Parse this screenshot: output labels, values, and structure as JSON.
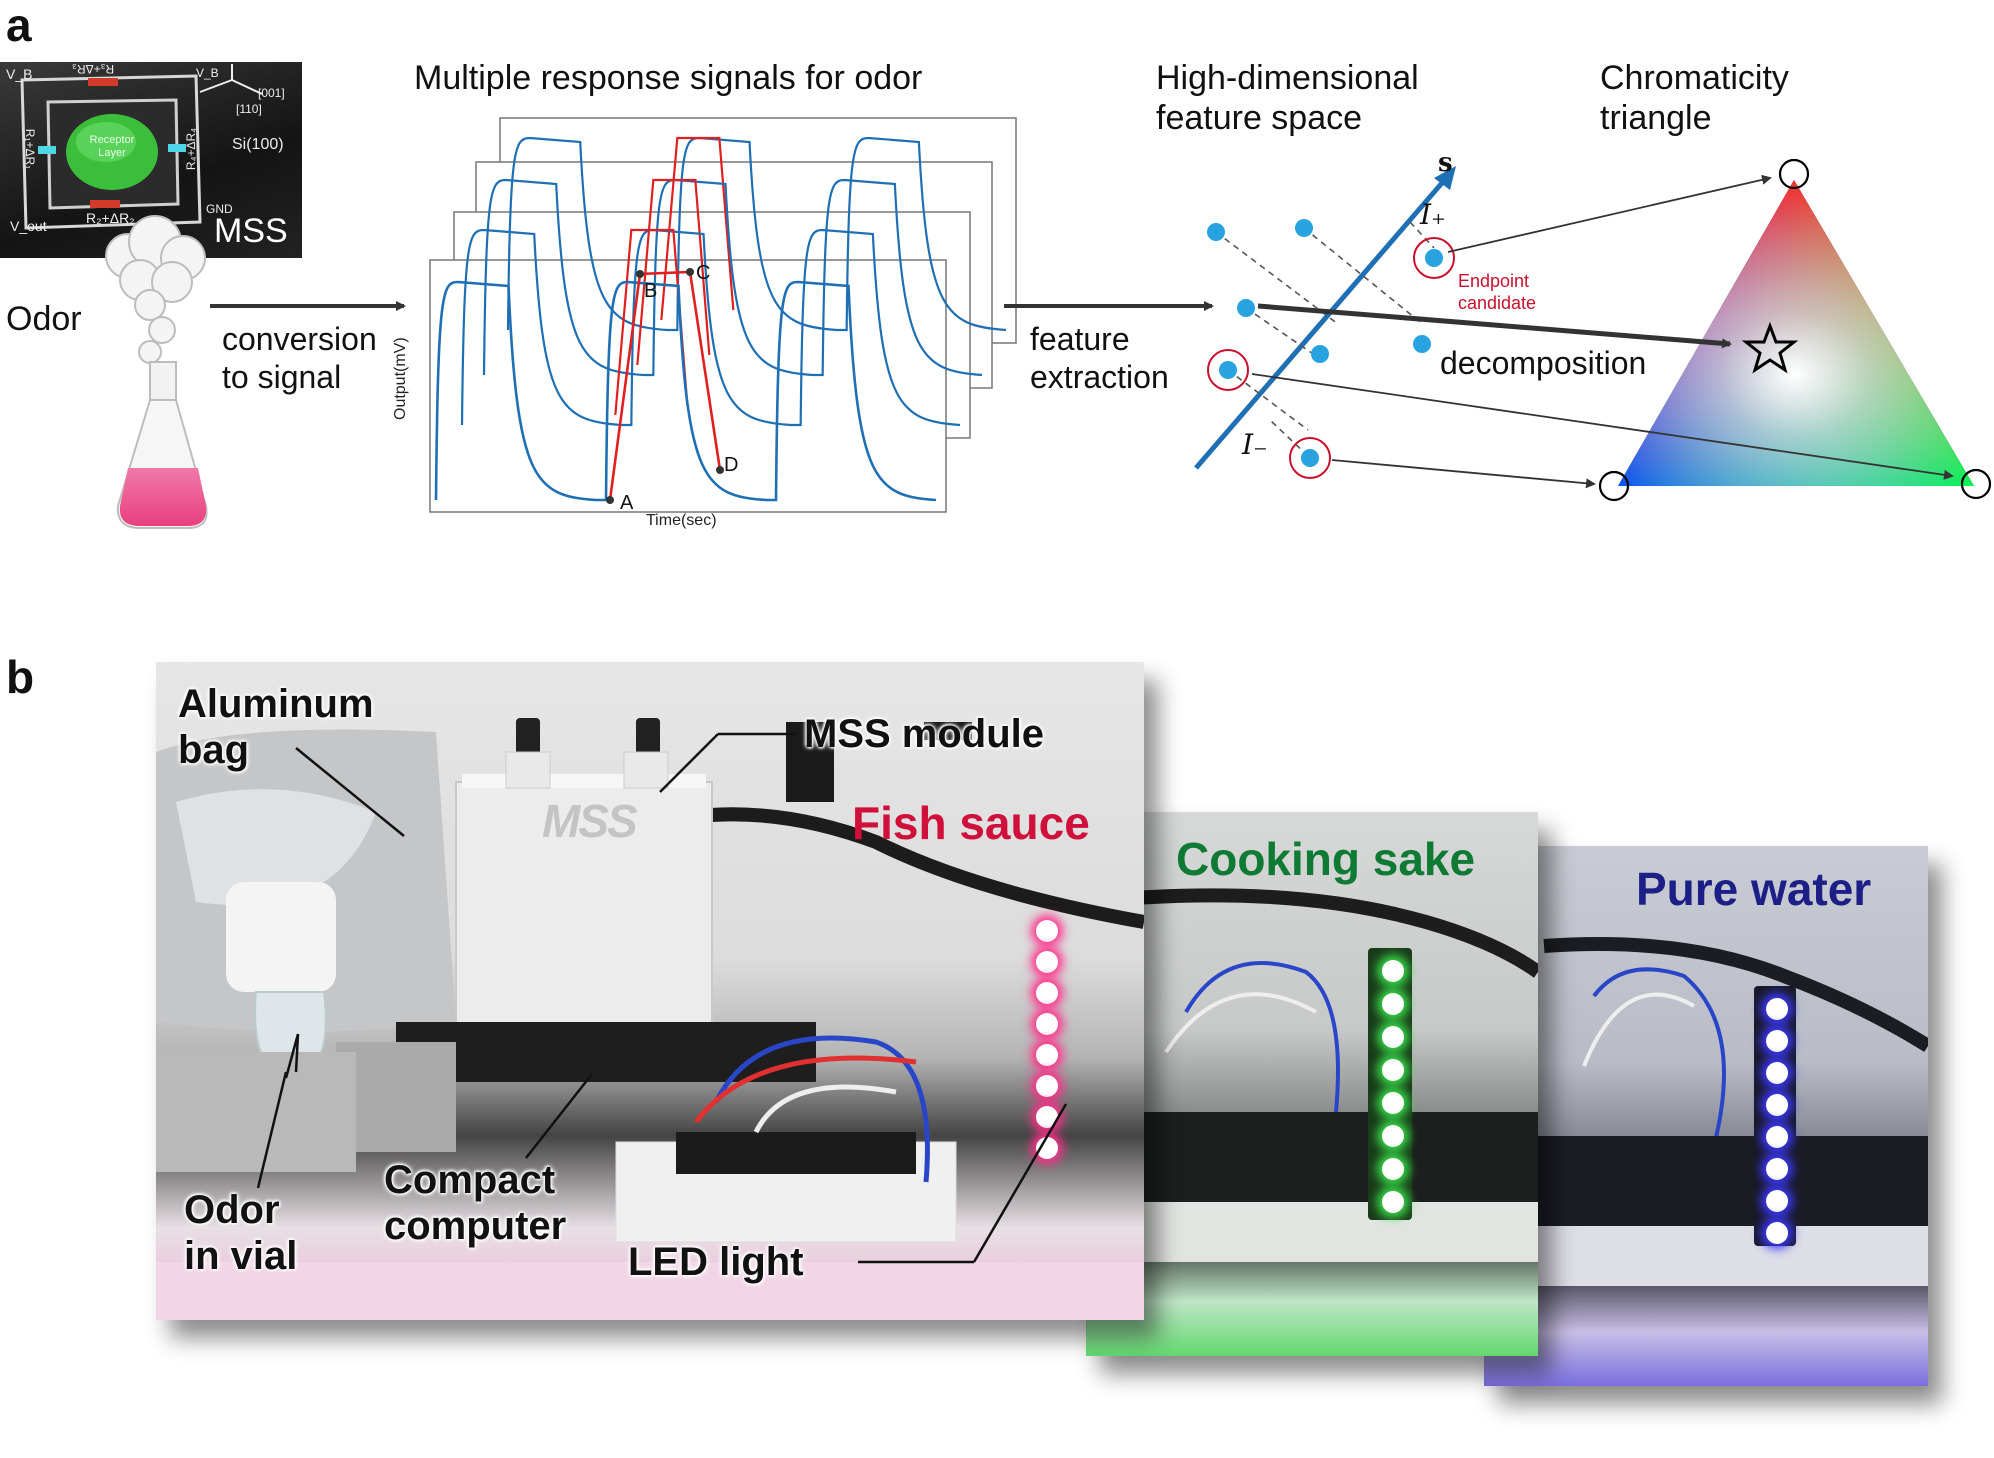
{
  "panel_a": {
    "label": "a",
    "mss_chip": {
      "title": "MSS",
      "receptor_layer": "Receptor Layer",
      "r1": "R₁+ΔR₁",
      "r2": "R₂+ΔR₂",
      "r3": "R₃+ΔR₃",
      "r4": "R₄+ΔR₄",
      "vb": "V_B",
      "vout": "V_out",
      "gnd": "GND",
      "si": "Si(100)",
      "dir1": "[110]",
      "dir2": "[001]"
    },
    "odor_label": "Odor",
    "arrow1_label_line1": "conversion",
    "arrow1_label_line2": "to signal",
    "signals_title": "Multiple response signals for odor",
    "plot_ylabel": "Output(mV)",
    "plot_xlabel": "Time(sec)",
    "points": [
      "A",
      "B",
      "C",
      "D"
    ],
    "arrow2_label_line1": "feature",
    "arrow2_label_line2": "extraction",
    "feature_title_line1": "High-dimensional",
    "feature_title_line2": "feature space",
    "axis_s": "s",
    "i_plus": "I₊",
    "i_minus": "I₋",
    "endpoint_line1": "Endpoint",
    "endpoint_line2": "candidate",
    "decomposition": "decomposition",
    "triangle_title_line1": "Chromaticity",
    "triangle_title_line2": "triangle",
    "colors": {
      "signal_blue": "#1f6fb4",
      "signal_red": "#e02020",
      "dot_blue": "#29a3e0",
      "endpoint_red": "#c8102e"
    }
  },
  "panel_b": {
    "label": "b",
    "callouts": {
      "aluminum_bag_line1": "Aluminum",
      "aluminum_bag_line2": "bag",
      "mss_module": "MSS module",
      "odor_vial_line1": "Odor",
      "odor_vial_line2": "in vial",
      "compact_computer_line1": "Compact",
      "compact_computer_line2": "computer",
      "led_light": "LED light"
    },
    "device_brand": "MSS",
    "samples": [
      {
        "name": "Fish sauce",
        "color": "#d0103a"
      },
      {
        "name": "Cooking sake",
        "color": "#0e7a34"
      },
      {
        "name": "Pure water",
        "color": "#1b1f86"
      }
    ]
  }
}
